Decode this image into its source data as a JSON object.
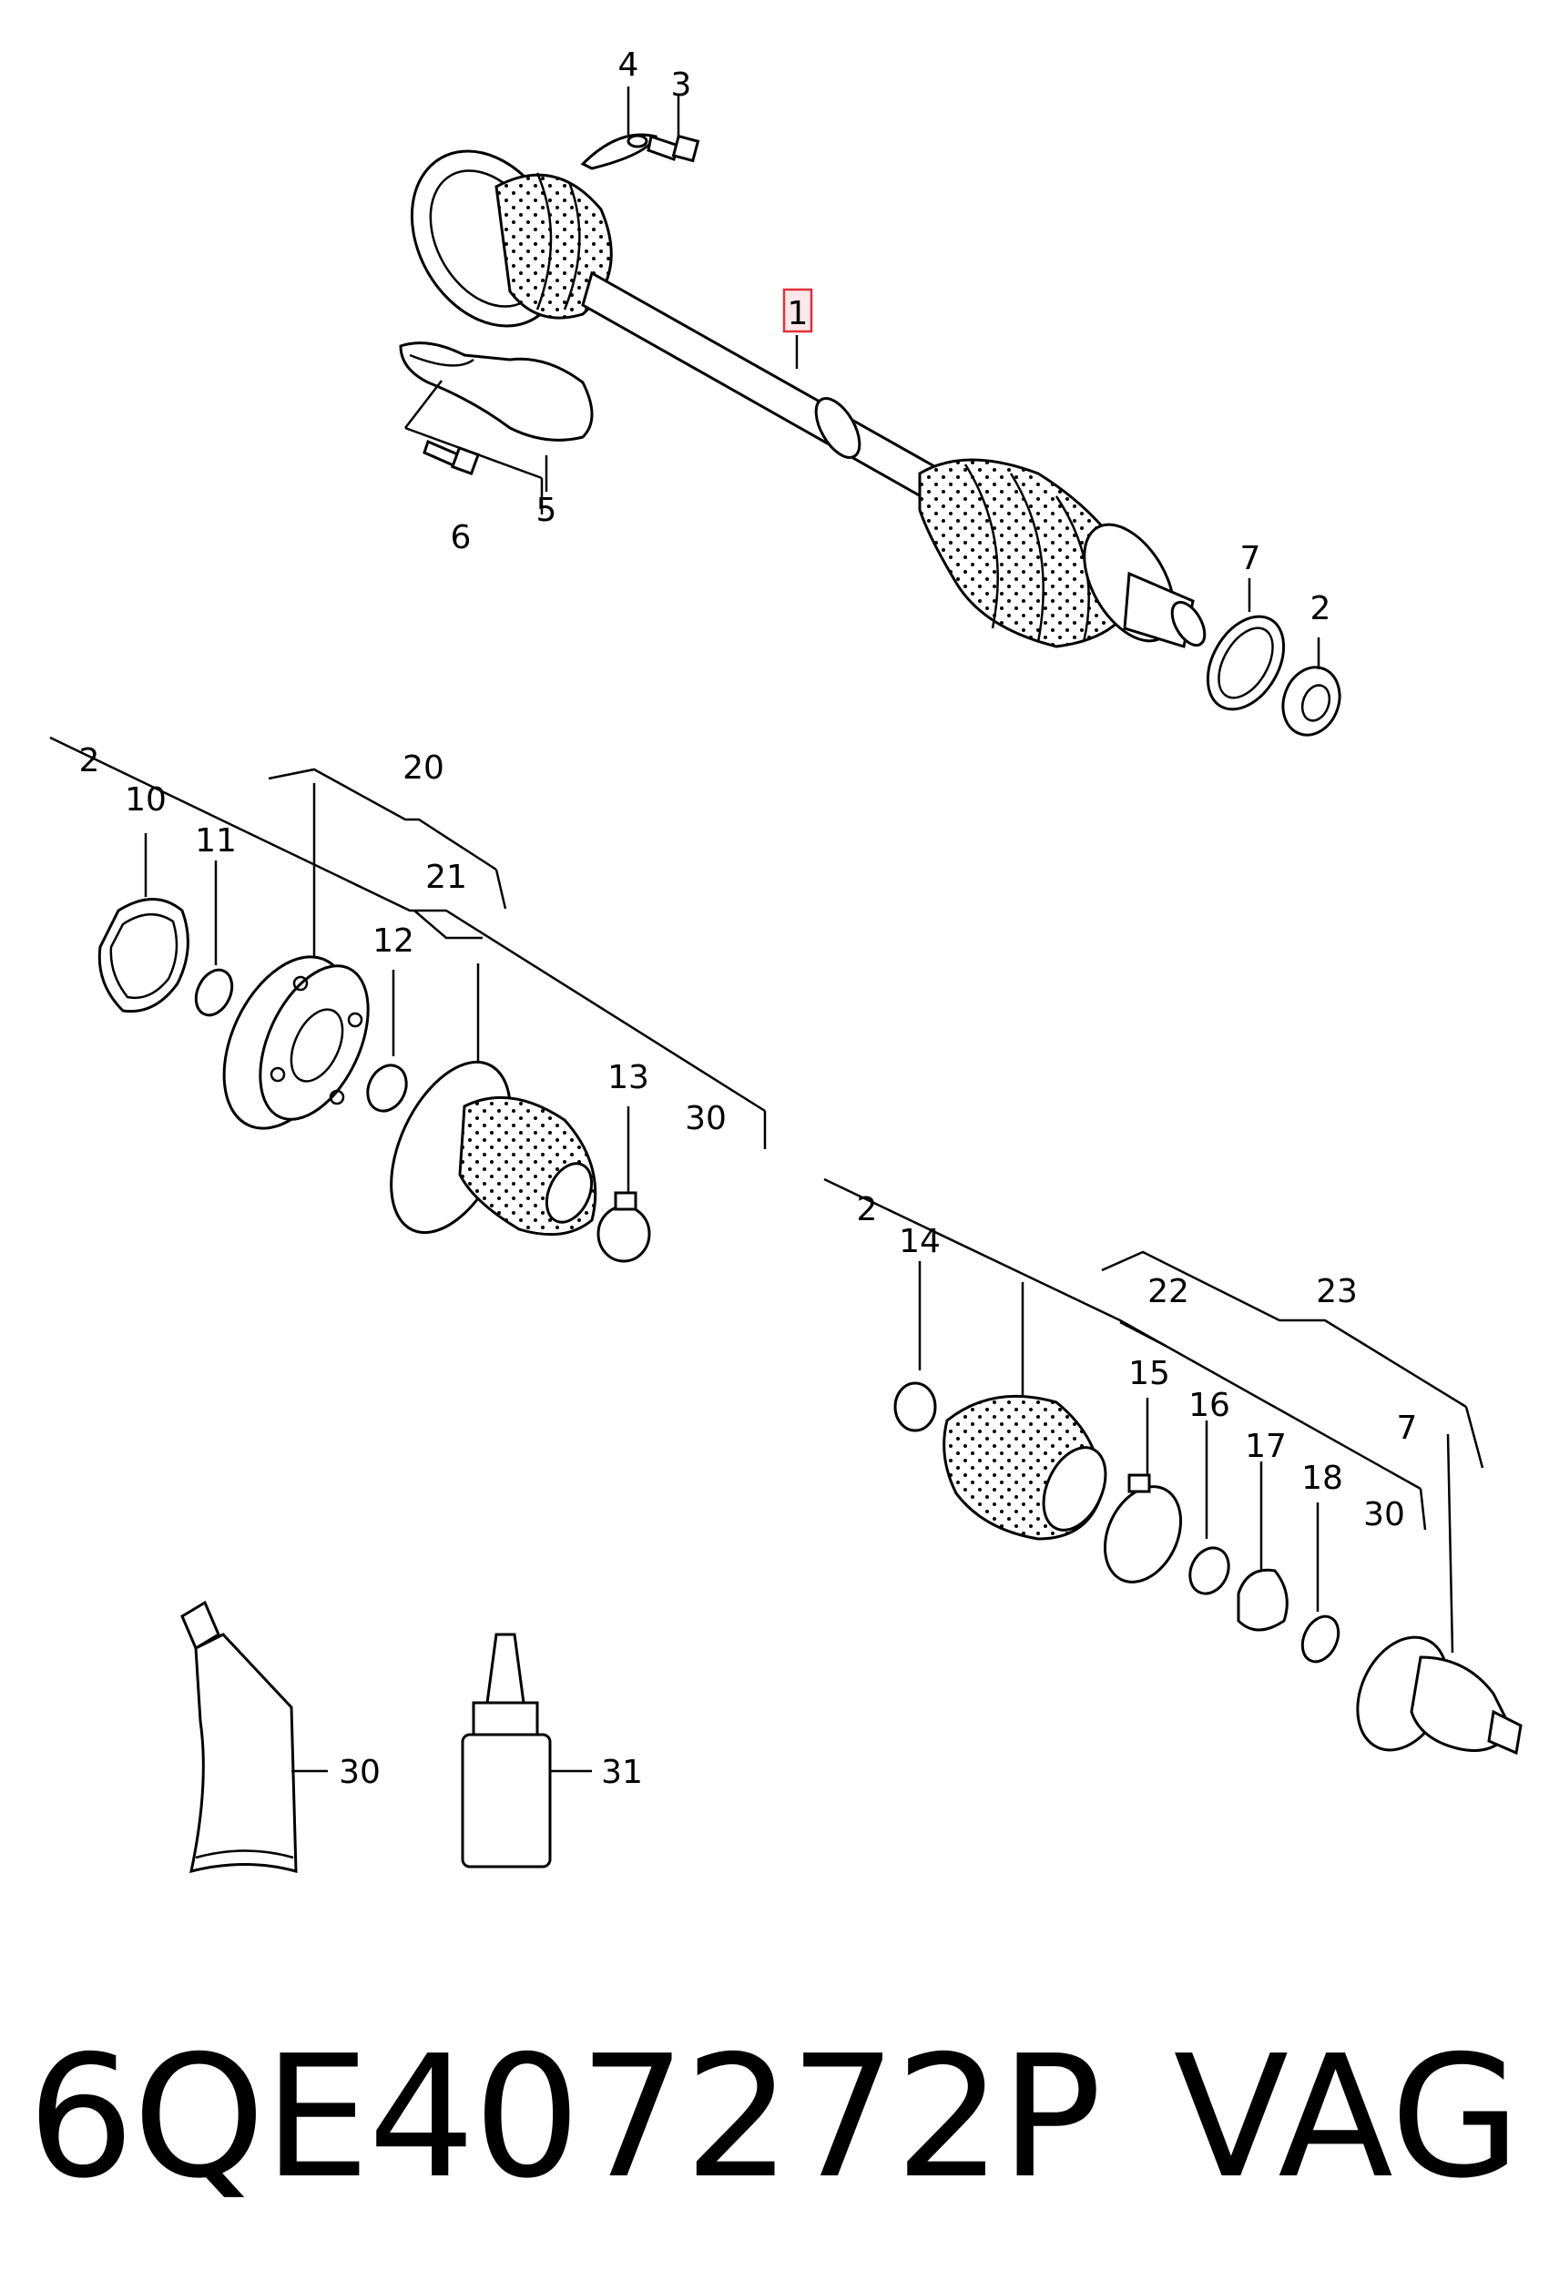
{
  "callouts": {
    "c1": "1",
    "c2a": "2",
    "c3": "3",
    "c4": "4",
    "c5": "5",
    "c6": "6",
    "c7a": "7",
    "c2b": "2",
    "c10": "10",
    "c11": "11",
    "c20": "20",
    "c21": "21",
    "c12": "12",
    "c13": "13",
    "c30a": "30",
    "c2c": "2",
    "c14": "14",
    "c22": "22",
    "c23": "23",
    "c15": "15",
    "c16": "16",
    "c17": "17",
    "c18": "18",
    "c30b": "30",
    "c7b": "7",
    "c30c": "30",
    "c31": "31"
  },
  "footer": {
    "part_number": "6QE407272P",
    "brand": "VAG"
  },
  "colors": {
    "highlight_stroke": "#e0323c",
    "highlight_fill": "#fde8e9",
    "line": "#000000"
  }
}
